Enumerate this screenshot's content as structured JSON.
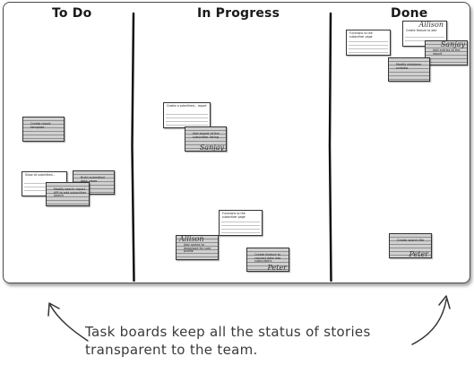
{
  "columns": [
    {
      "title": "To Do"
    },
    {
      "title": "In Progress"
    },
    {
      "title": "Done"
    }
  ],
  "cards": {
    "todo_1": {
      "text": "Create report template"
    },
    "todo_2": {
      "text": "Show all submitted..."
    },
    "todo_3": {
      "text": "Build submitted data views"
    },
    "todo_4": {
      "text": "Modify search report API to add subscriber search"
    },
    "prog_1": {
      "text": "Create a submitted... report"
    },
    "prog_2": {
      "text": "Add export of the subscriber listing",
      "who": "Sanjay"
    },
    "prog_3": {
      "text": "Functions to the subscriber page"
    },
    "prog_4": {
      "text": "Add routes to download for user profile",
      "who": "Allison"
    },
    "prog_5": {
      "text": "Create feature to convert data into subscribers",
      "who": "Peter"
    },
    "done_1": {
      "text": "Functions to the subscriber page"
    },
    "done_2": {
      "text": "Create feature to add",
      "who": "Allison"
    },
    "done_3": {
      "text": "Add entries to the report",
      "who": "Sanjay"
    },
    "done_4": {
      "text": "Modify database schema"
    },
    "done_5": {
      "text": "Create search file",
      "who": "Peter"
    }
  },
  "caption": {
    "line1": "Task boards keep all the status of stories",
    "line2": "transparent to the team."
  }
}
